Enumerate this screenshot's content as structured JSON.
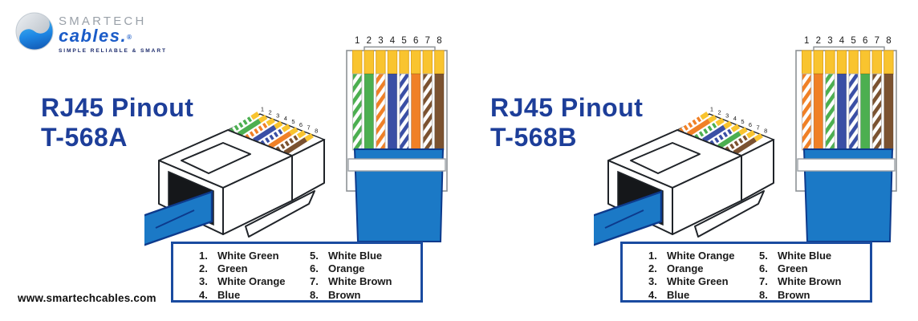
{
  "brand": {
    "name_top": "SMARTECH",
    "name_main": "cables.",
    "registered": "®",
    "tagline": "SIMPLE RELIABLE & SMART"
  },
  "website": "www.smartechcables.com",
  "colors": {
    "title": "#1d3e99",
    "table_border": "#1a4ba0",
    "cable": "#1b79c6",
    "cable_outline": "#0d3a8c",
    "pin": "#f9c42f",
    "pin_border": "#e3a81f",
    "outline_gray": "#8d9296",
    "wire": {
      "green": "#4caf50",
      "orange": "#f08026",
      "blue": "#3a4fa5",
      "brown": "#7b5230"
    }
  },
  "diagrams": [
    {
      "id": "t568a",
      "title_line1": "RJ45 Pinout",
      "title_line2": "T-568A",
      "pin_numbers": [
        "1",
        "2",
        "3",
        "4",
        "5",
        "6",
        "7",
        "8"
      ],
      "wires": [
        {
          "n": "1.",
          "label": "White Green",
          "type": "striped",
          "color": "green"
        },
        {
          "n": "2.",
          "label": "Green",
          "type": "solid",
          "color": "green"
        },
        {
          "n": "3.",
          "label": "White Orange",
          "type": "striped",
          "color": "orange"
        },
        {
          "n": "4.",
          "label": "Blue",
          "type": "solid",
          "color": "blue"
        },
        {
          "n": "5.",
          "label": "White Blue",
          "type": "striped",
          "color": "blue"
        },
        {
          "n": "6.",
          "label": "Orange",
          "type": "solid",
          "color": "orange"
        },
        {
          "n": "7.",
          "label": "White Brown",
          "type": "striped",
          "color": "brown"
        },
        {
          "n": "8.",
          "label": "Brown",
          "type": "solid",
          "color": "brown"
        }
      ]
    },
    {
      "id": "t568b",
      "title_line1": "RJ45 Pinout",
      "title_line2": "T-568B",
      "pin_numbers": [
        "1",
        "2",
        "3",
        "4",
        "5",
        "6",
        "7",
        "8"
      ],
      "wires": [
        {
          "n": "1.",
          "label": "White Orange",
          "type": "striped",
          "color": "orange"
        },
        {
          "n": "2.",
          "label": "Orange",
          "type": "solid",
          "color": "orange"
        },
        {
          "n": "3.",
          "label": "White Green",
          "type": "striped",
          "color": "green"
        },
        {
          "n": "4.",
          "label": "Blue",
          "type": "solid",
          "color": "blue"
        },
        {
          "n": "5.",
          "label": "White Blue",
          "type": "striped",
          "color": "blue"
        },
        {
          "n": "6.",
          "label": "Green",
          "type": "solid",
          "color": "green"
        },
        {
          "n": "7.",
          "label": "White Brown",
          "type": "striped",
          "color": "brown"
        },
        {
          "n": "8.",
          "label": "Brown",
          "type": "solid",
          "color": "brown"
        }
      ]
    }
  ]
}
